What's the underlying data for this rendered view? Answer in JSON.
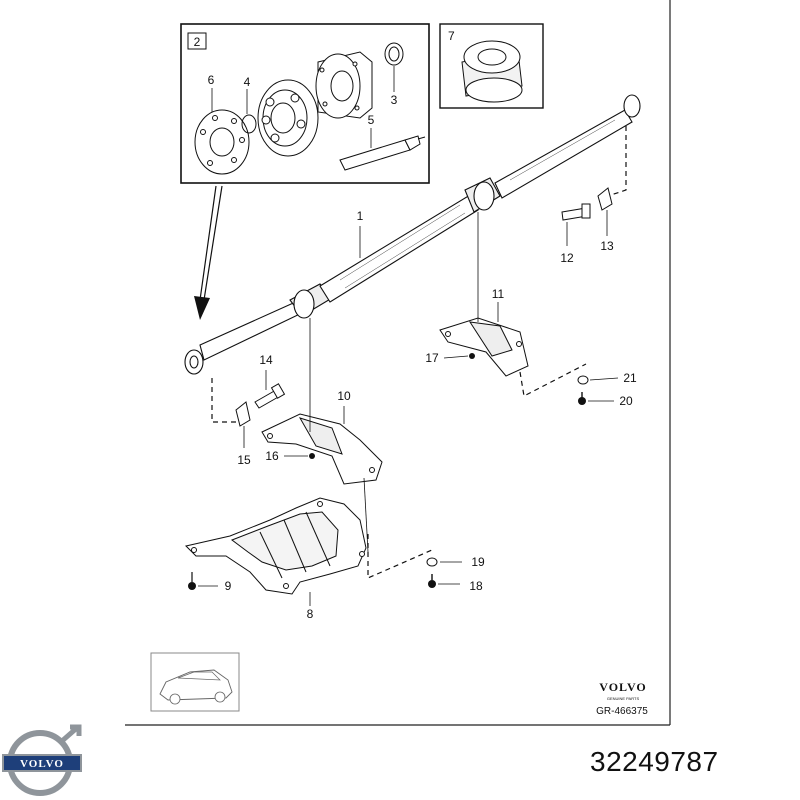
{
  "inset_main": {
    "number": "2",
    "callouts": [
      "6",
      "4",
      "3",
      "5"
    ]
  },
  "inset_bushing": {
    "number": "7"
  },
  "callouts": {
    "c1": "1",
    "c8": "8",
    "c9": "9",
    "c10": "10",
    "c11": "11",
    "c12": "12",
    "c13": "13",
    "c14": "14",
    "c15": "15",
    "c16": "16",
    "c17": "17",
    "c18": "18",
    "c19": "19",
    "c20": "20",
    "c21": "21"
  },
  "brand": {
    "name": "VOLVO",
    "tagline": "GENUINE PARTS",
    "code": "GR-466375"
  },
  "logo": {
    "text": "VOLVO"
  },
  "part_number": "32249787",
  "colors": {
    "line": "#111111",
    "logo_silver": "#8f959b",
    "logo_blue": "#1e3f7a"
  }
}
